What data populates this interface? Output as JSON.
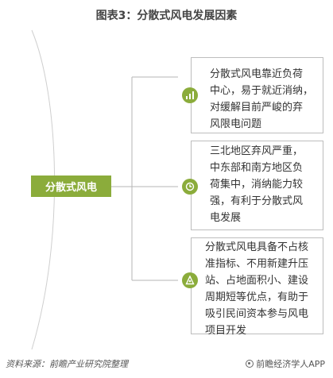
{
  "title": "图表3：分散式风电发展因素",
  "center": {
    "label": "分散式风电"
  },
  "factors": [
    {
      "icon": "chart-icon",
      "lines": [
        "分散式风电靠近负荷",
        "中心，易于就近消纳，",
        "对缓解目前严峻的弃",
        "风限电问题"
      ]
    },
    {
      "icon": "clock-icon",
      "lines": [
        "三北地区弃风严重，",
        "中东部和南方地区负",
        "荷集中，消纳能力较",
        "强，有利于分散式风",
        "电发展"
      ]
    },
    {
      "icon": "location-icon",
      "lines": [
        "分散式风电具备不占核",
        "准指标、不用新建升压",
        "站、占地面积小、建设",
        "周期短等优点，有助于",
        "吸引民间资本参与风电",
        "项目开发"
      ]
    }
  ],
  "footer": {
    "source": "资料来源：前瞻产业研究院整理",
    "brand": "前瞻经济学人APP"
  },
  "colors": {
    "accent": "#8bac3b",
    "line": "#b5b5b5",
    "arc": "#cfcfcf"
  }
}
